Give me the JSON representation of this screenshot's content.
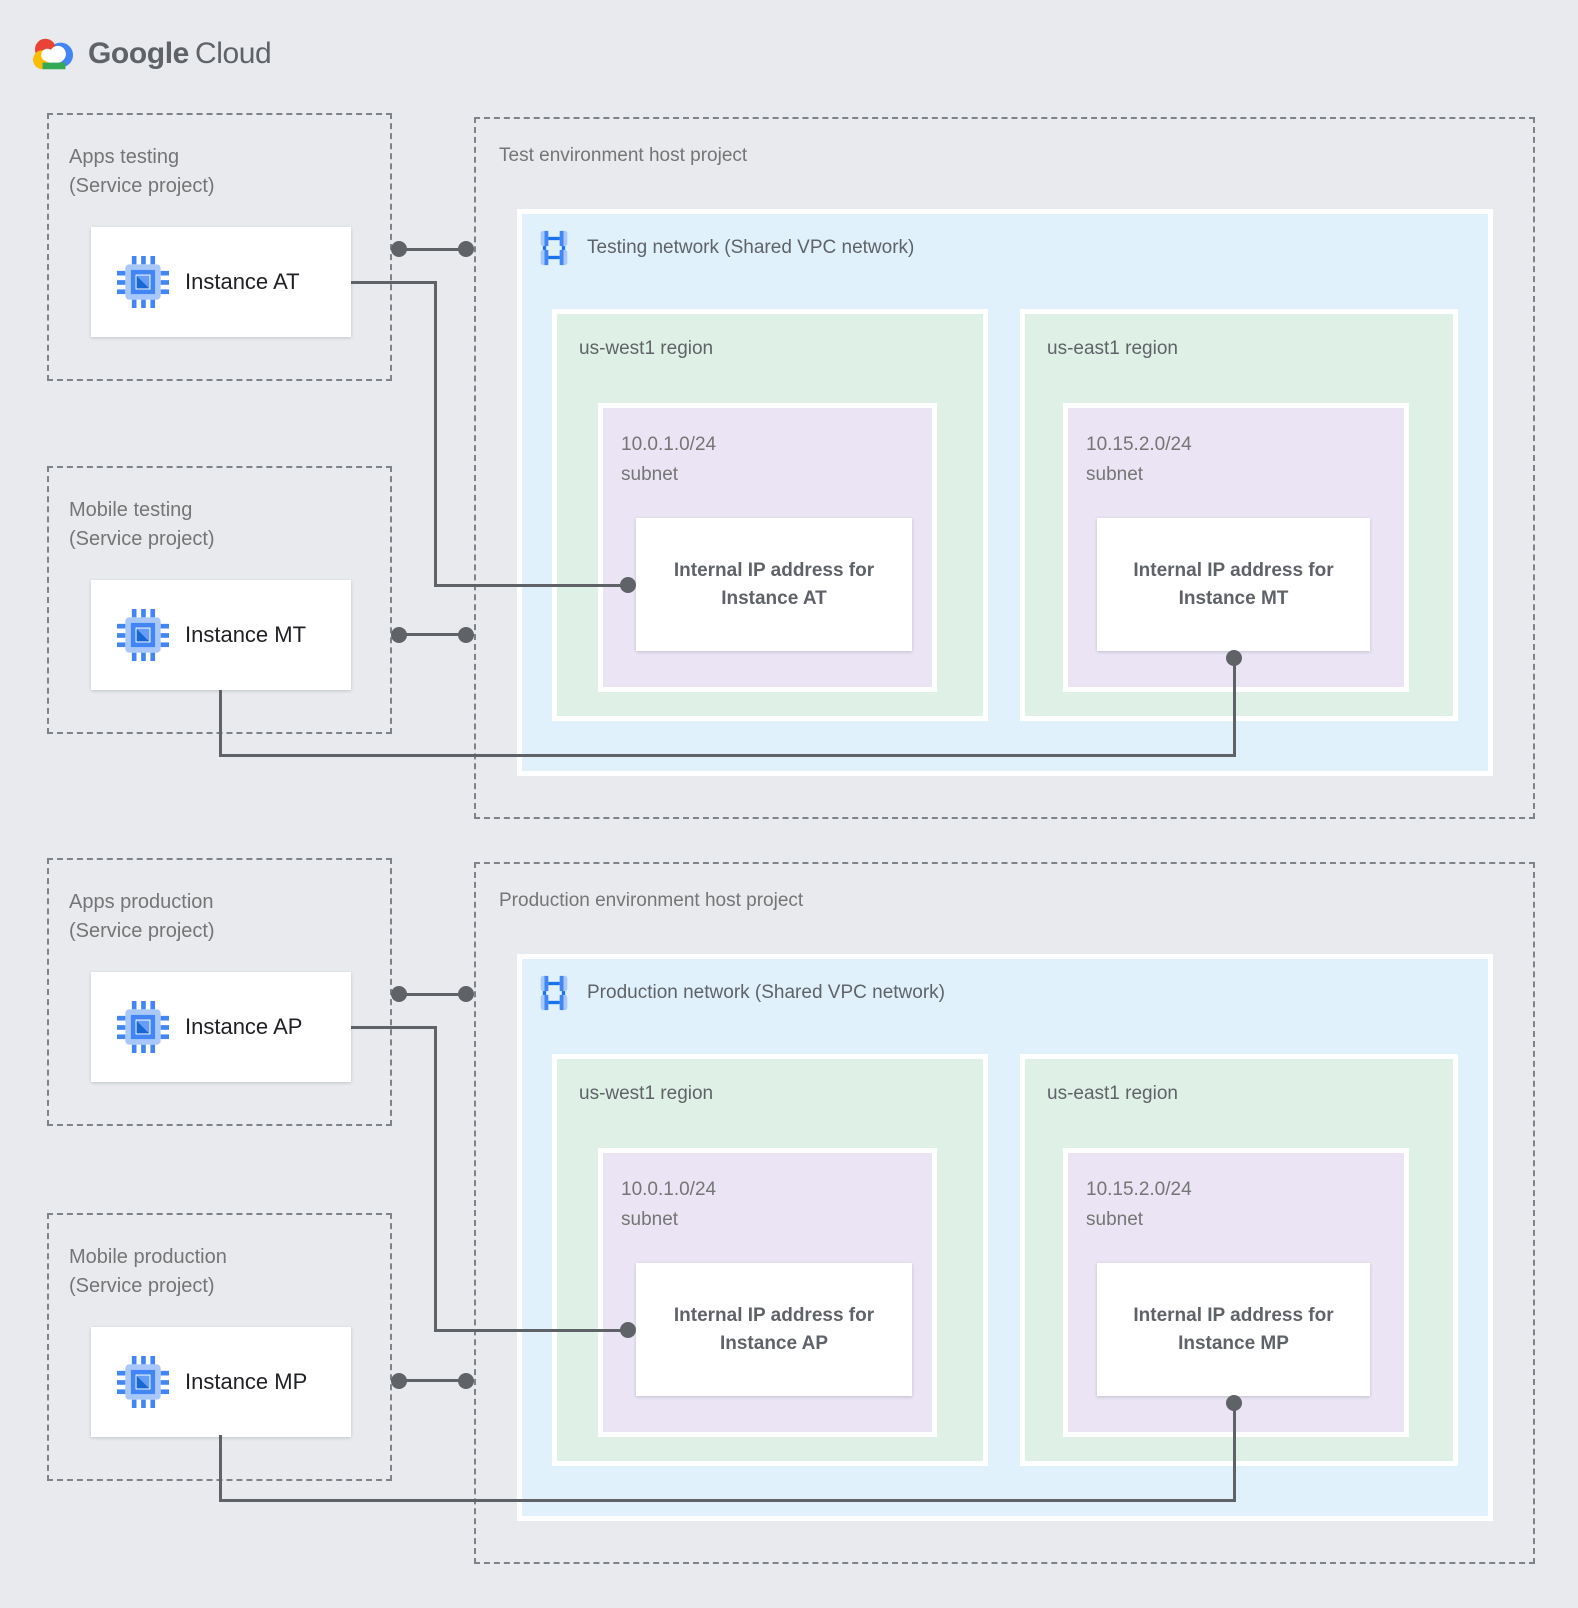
{
  "logo": {
    "brand": "Google",
    "product": "Cloud"
  },
  "sections": {
    "test": {
      "host_title": "Test environment host project",
      "network_label": "Testing network (Shared VPC network)",
      "west": {
        "region": "us-west1 region",
        "cidr": "10.0.1.0/24",
        "subnet_word": "subnet",
        "ip1": "Internal IP address for",
        "ip2": "Instance AT"
      },
      "east": {
        "region": "us-east1 region",
        "cidr": "10.15.2.0/24",
        "subnet_word": "subnet",
        "ip1": "Internal IP address for",
        "ip2": "Instance MT"
      }
    },
    "prod": {
      "host_title": "Production environment host project",
      "network_label": "Production network (Shared VPC network)",
      "west": {
        "region": "us-west1 region",
        "cidr": "10.0.1.0/24",
        "subnet_word": "subnet",
        "ip1": "Internal IP address for",
        "ip2": "Instance AP"
      },
      "east": {
        "region": "us-east1 region",
        "cidr": "10.15.2.0/24",
        "subnet_word": "subnet",
        "ip1": "Internal IP address for",
        "ip2": "Instance MP"
      }
    }
  },
  "projects": {
    "at": {
      "l1": "Apps testing",
      "l2": "(Service project)",
      "instance": "Instance AT"
    },
    "mt": {
      "l1": "Mobile testing",
      "l2": "(Service project)",
      "instance": "Instance MT"
    },
    "ap": {
      "l1": "Apps production",
      "l2": "(Service project)",
      "instance": "Instance AP"
    },
    "mp": {
      "l1": "Mobile production",
      "l2": "(Service project)",
      "instance": "Instance MP"
    }
  },
  "icons": {
    "logo": "google-cloud-logo",
    "network": "vpc-network-icon",
    "instance": "compute-engine-icon"
  },
  "colors": {
    "page_bg": "#E8EAED",
    "network_bg": "#E0F1FB",
    "region_bg": "#DFF1E7",
    "subnet_bg": "#EAE4F4",
    "line": "#5F6368",
    "accent_blue": "#4285F4",
    "logo_red": "#EA4335",
    "logo_yellow": "#FBBC04",
    "logo_green": "#34A853"
  }
}
